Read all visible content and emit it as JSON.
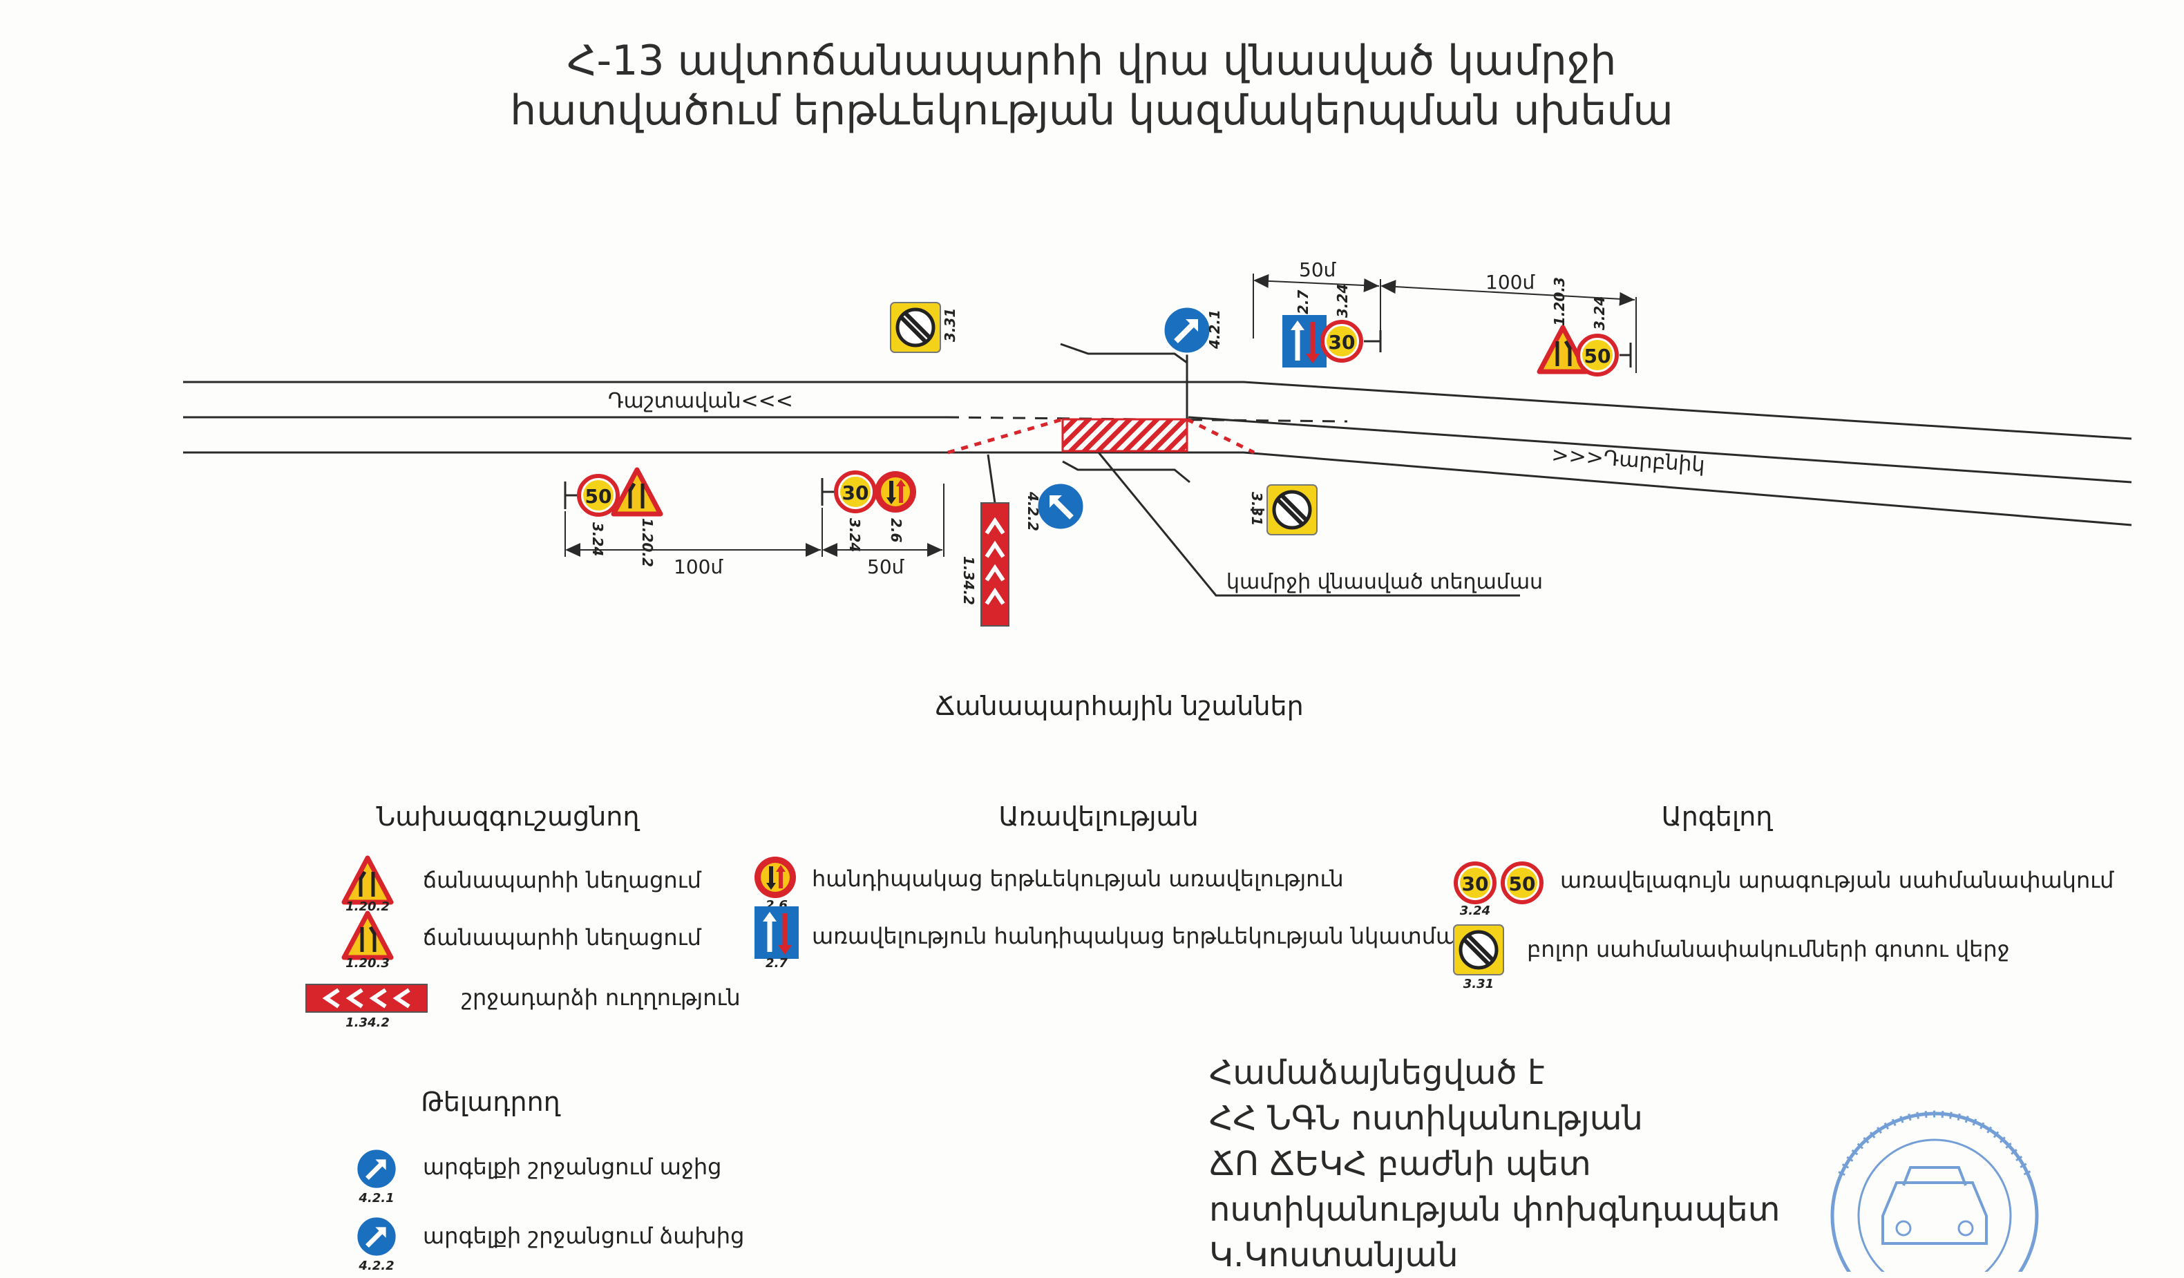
{
  "title": {
    "line1": "Հ-13 ավտոճանապարհի վրա վնասված կամրջի",
    "line2": "հատվածում երթևեկության կազմակերպման սխեմա"
  },
  "road": {
    "direction_left": "Դաշտավան<<<",
    "direction_right": ">>>Դարբնիկ",
    "damage_label": "կամրջի վնասված տեղամաս"
  },
  "dimensions": {
    "top_50": "50մ",
    "top_100": "100մ",
    "bottom_100": "100մ",
    "bottom_50": "50մ"
  },
  "scheme_signs": {
    "s331": "3.31",
    "s421": "4.2.1",
    "s27": "2.7",
    "s324": "3.24",
    "s1203": "1.20.3",
    "s1202": "1.20.2",
    "s26": "2.6",
    "s422": "4.2.2",
    "s1342": "1.34.2",
    "speed30": "30",
    "speed50": "50"
  },
  "legend": {
    "heading": "Ճանապարհային նշաններ",
    "warning": {
      "heading": "Նախազգուշացնող",
      "items": [
        {
          "code": "1.20.2",
          "text": "ճանապարհի նեղացում"
        },
        {
          "code": "1.20.3",
          "text": "ճանապարհի նեղացում"
        },
        {
          "code": "1.34.2",
          "text": "շրջադարձի ուղղություն"
        }
      ]
    },
    "priority": {
      "heading": "Առավելության",
      "items": [
        {
          "code": "2.6",
          "text": "հանդիպակաց երթևեկության առավելություն"
        },
        {
          "code": "2.7",
          "text": "առավելություն հանդիպակաց երթևեկության նկատմամբ"
        }
      ]
    },
    "prohibitory": {
      "heading": "Արգելող",
      "items": [
        {
          "code": "3.24",
          "text": "առավելագույն արագության սահմանափակում"
        },
        {
          "code": "3.31",
          "text": "բոլոր սահմանափակումների գոտու վերջ"
        }
      ]
    },
    "mandatory": {
      "heading": "Թելադրող",
      "items": [
        {
          "code": "4.2.1",
          "text": "արգելքի շրջանցում աջից"
        },
        {
          "code": "4.2.2",
          "text": "արգելքի շրջանցում ձախից"
        }
      ]
    }
  },
  "approval": {
    "line1": "Համաձայնեցված է",
    "line2": "ՀՀ ՆԳՆ ոստիկանության",
    "line3": "ՃՈ ՃԵԿՀ բաժնի պետ",
    "line4": "ոստիկանության փոխգնդապետ",
    "line5": "Կ.Կոստանյան"
  },
  "colors": {
    "sign_red": "#d8242b",
    "sign_yellow": "#f5d21a",
    "sign_blue": "#1b6fbf",
    "line_dark": "#2a2a2a",
    "stamp_blue": "#5d8fd0"
  }
}
